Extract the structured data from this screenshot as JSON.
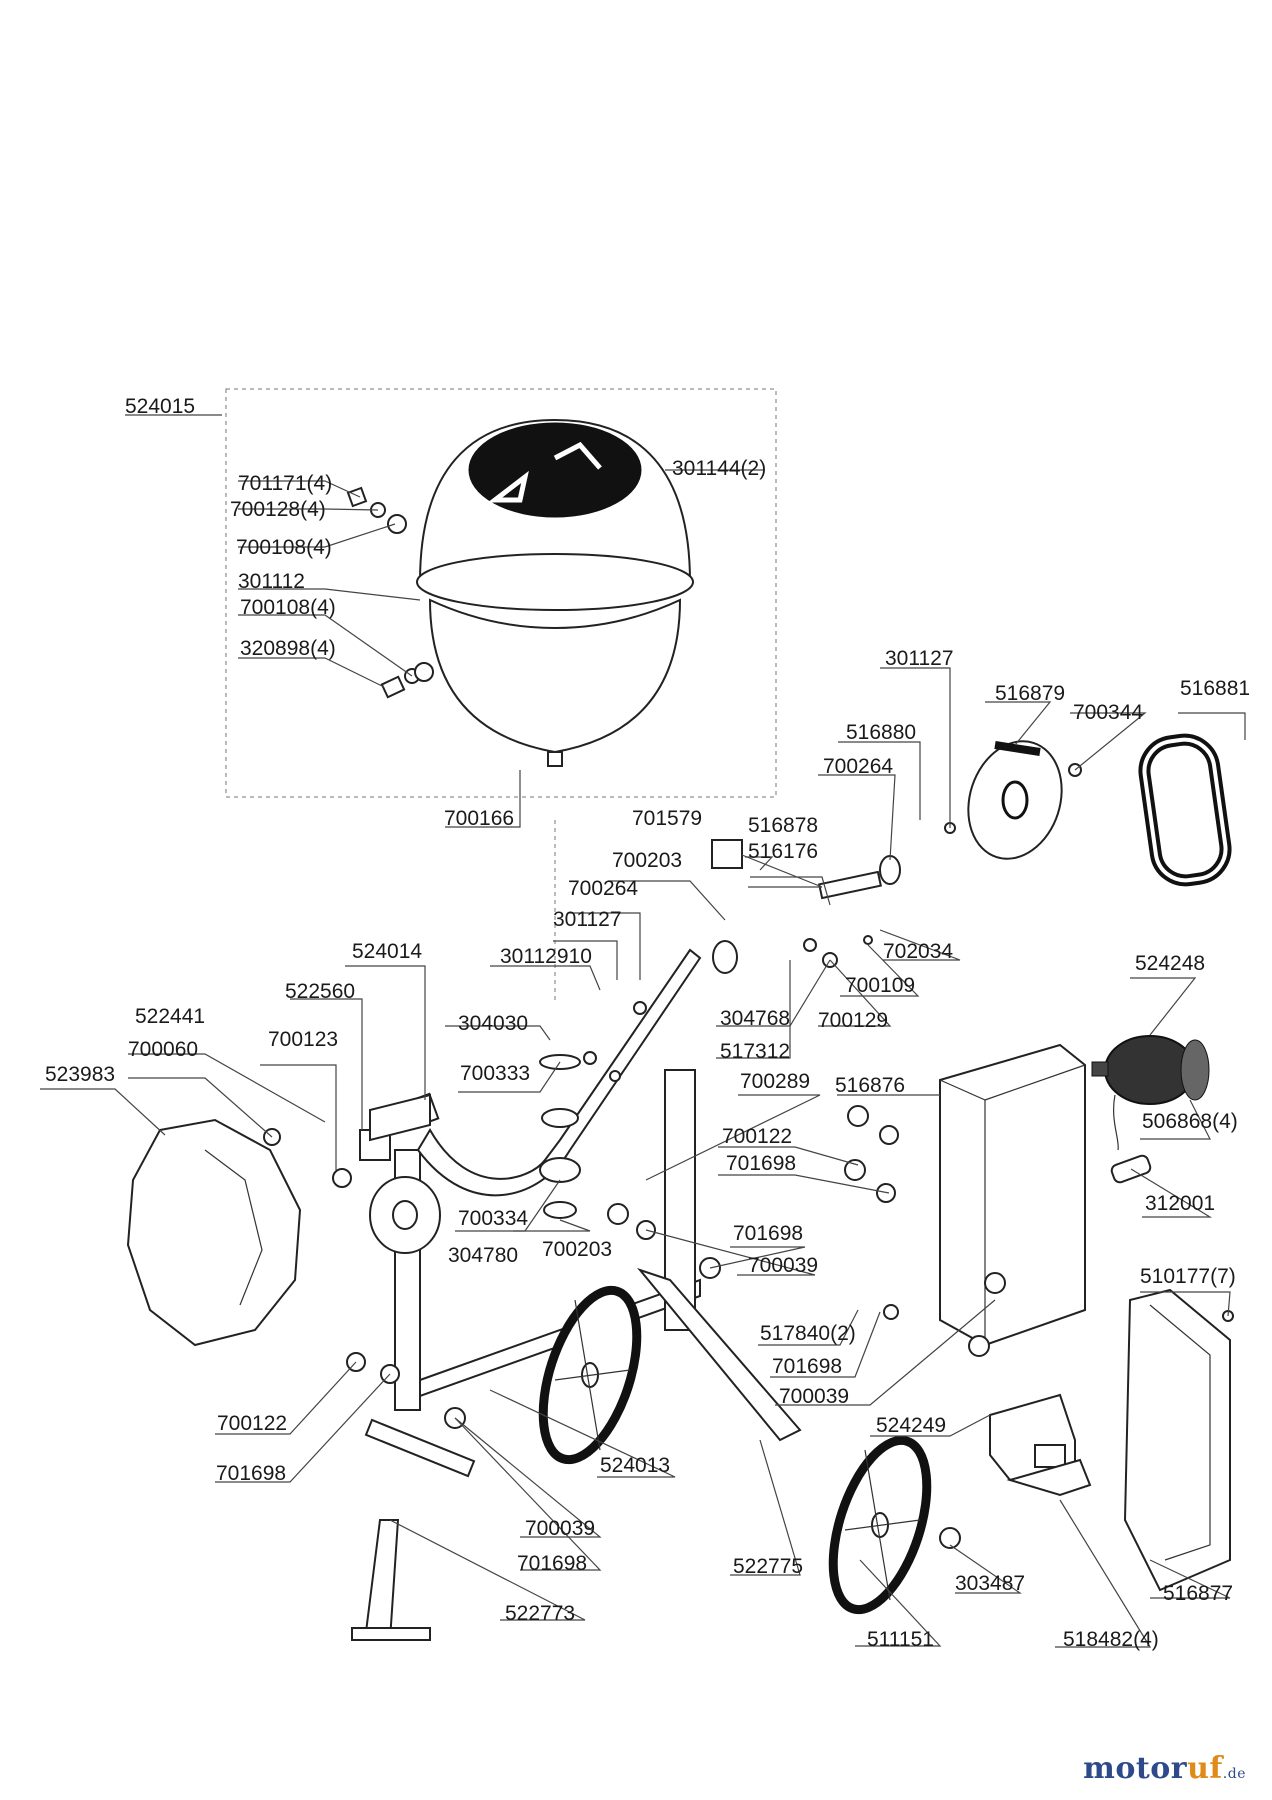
{
  "brand": {
    "part1": "motor",
    "part2": "uf",
    "suffix": ".de"
  },
  "part_labels": [
    "524015",
    "301144(2)",
    "701171(4)",
    "700128(4)",
    "700108(4)",
    "301112",
    "700108(4)",
    "320898(4)",
    "301127",
    "516879",
    "700344",
    "516881",
    "516880",
    "700264",
    "701579",
    "516878",
    "700203",
    "516176",
    "700264",
    "301127",
    "702034",
    "524014",
    "30112910",
    "700109",
    "522560",
    "304030",
    "304768",
    "700129",
    "522441",
    "700123",
    "700060",
    "517312",
    "523983",
    "700333",
    "700289",
    "516876",
    "524248",
    "506868(4)",
    "700122",
    "701698",
    "312001",
    "700334",
    "304780",
    "700203",
    "701698",
    "700039",
    "510177(7)",
    "517840(2)",
    "701698",
    "700039",
    "700122",
    "524249",
    "524013",
    "701698",
    "522775",
    "700039",
    "701698",
    "303487",
    "516877",
    "522773",
    "511151",
    "518482(4)",
    "700166"
  ]
}
